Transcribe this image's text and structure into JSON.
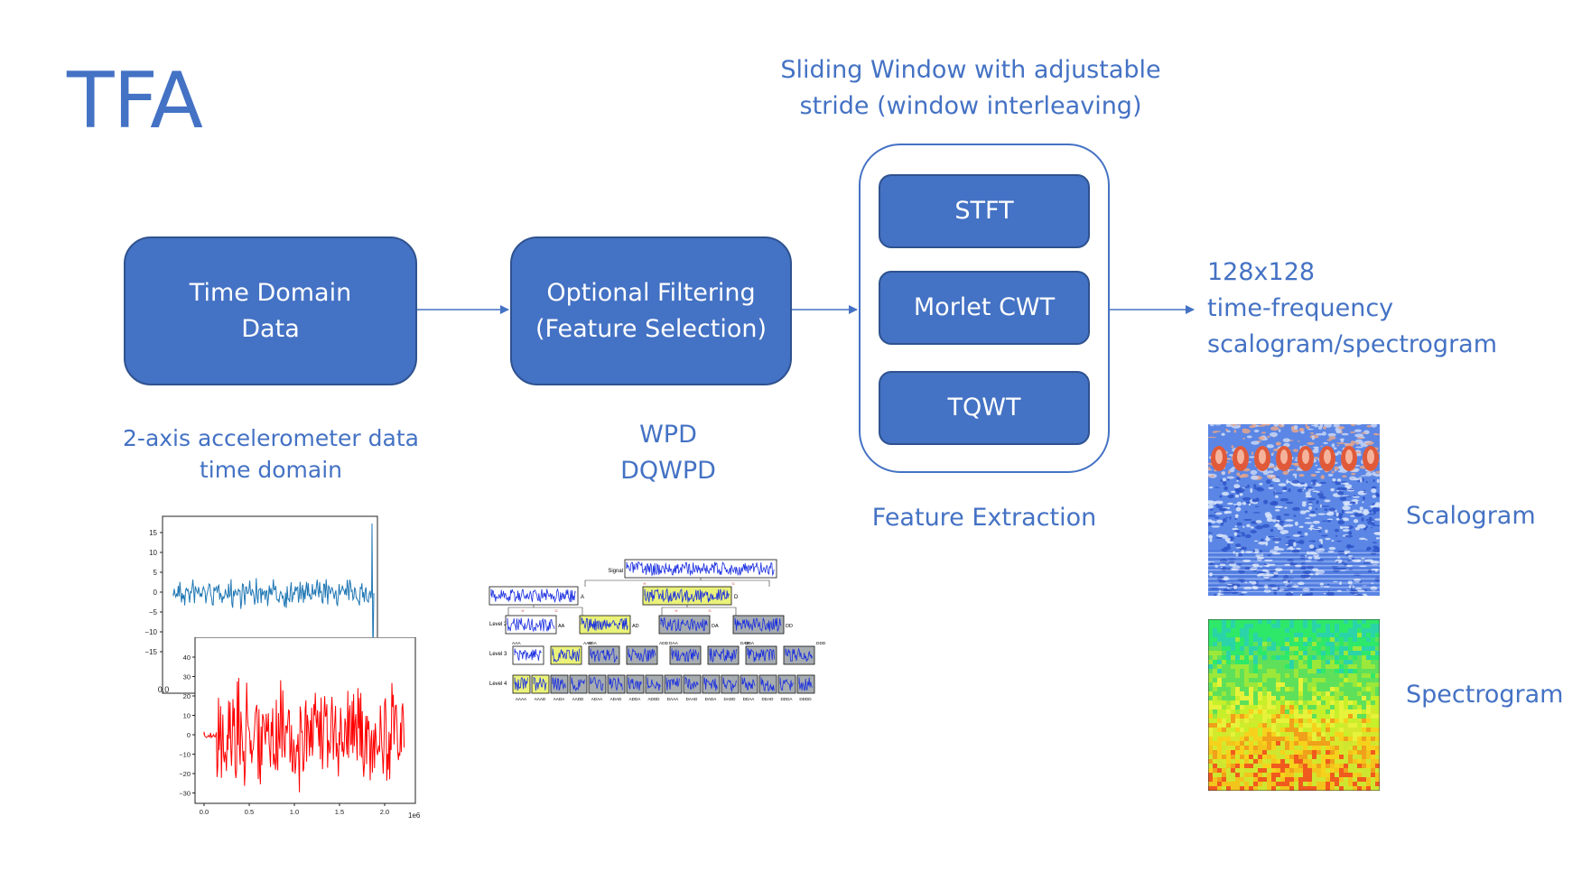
{
  "title": "TFA",
  "boxes": {
    "time_domain": [
      "Time Domain",
      "Data"
    ],
    "filtering": [
      "Optional Filtering",
      "(Feature Selection)"
    ],
    "stft": "STFT",
    "morlet": "Morlet CWT",
    "tqwt": "TQWT"
  },
  "labels": {
    "sliding_window": [
      "Sliding Window with adjustable",
      "stride (window interleaving)"
    ],
    "accelerometer": [
      "2-axis accelerometer data",
      "time domain"
    ],
    "wpd": [
      "WPD",
      "DQWPD"
    ],
    "feature_extraction": "Feature Extraction",
    "output": [
      "128x128",
      "time-frequency",
      "scalogram/spectrogram"
    ],
    "scalogram": "Scalogram",
    "spectrogram": "Spectrogram"
  },
  "plots": {
    "blue_y_ticks": [
      "15",
      "10",
      "5",
      "0",
      "−5",
      "−10",
      "−15"
    ],
    "blue_x_ticks": [
      "0.0"
    ],
    "red_y_ticks": [
      "40",
      "30",
      "20",
      "10",
      "0",
      "−10",
      "−20",
      "−30"
    ],
    "red_x_ticks": [
      "0.0",
      "0.5",
      "1.0",
      "1.5",
      "2.0"
    ],
    "red_x_exponent": "1e6"
  },
  "wpd_tree": {
    "signal_label": "Signal",
    "levels": [
      "Level 1",
      "Level 2",
      "Level 3",
      "Level 4"
    ],
    "level1": [
      "A",
      "D"
    ],
    "level2": [
      "AA",
      "AD",
      "DA",
      "DD"
    ],
    "level3": [
      "AAA",
      "AAD",
      "ADA",
      "ADD",
      "DAA",
      "DAD",
      "DDA",
      "DDD"
    ],
    "level4": [
      "AAAA",
      "AAAD",
      "AADA",
      "AADD",
      "ADAA",
      "ADAD",
      "ADDA",
      "ADDD",
      "DAAA",
      "DAAD",
      "DADA",
      "DADD",
      "DDAA",
      "DDAD",
      "DDDA",
      "DDDD"
    ],
    "hg": [
      "H",
      "G"
    ]
  },
  "colors": {
    "accent": "#4472c4",
    "box_border": "#2f528f",
    "signal_blue": "#1f77b4",
    "signal_red": "#ff0000",
    "highlight_yellow": "#eaf27a",
    "node_gray": "#a6acb0"
  }
}
